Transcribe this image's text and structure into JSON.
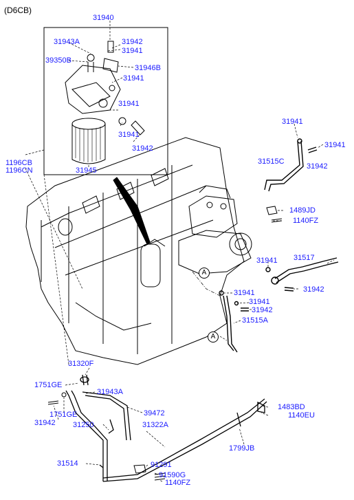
{
  "title": "(D6CB)",
  "ref_marker": "A",
  "labels": {
    "l31940": "31940",
    "l31943A_top": "31943A",
    "l31942_a": "31942",
    "l31941_a": "31941",
    "l39350B": "39350B",
    "l31946B": "31946B",
    "l31941_b": "31941",
    "l31941_c": "31941",
    "l31941_d": "31941",
    "l31942_b": "31942",
    "l1196CB": "1196CB",
    "l1196CN": "1196CN",
    "l31945": "31945",
    "l31941_e": "31941",
    "l31941_f": "31941",
    "l31515C": "31515C",
    "l31942_c": "31942",
    "l1489JD": "1489JD",
    "l1140FZ_a": "1140FZ",
    "l31941_g": "31941",
    "l31517": "31517",
    "l31942_d": "31942",
    "l31941_h": "31941",
    "l31941_i": "31941",
    "l31942_e": "31942",
    "l31515A": "31515A",
    "l31320F": "31320F",
    "l1751GE_a": "1751GE",
    "l31943A_bot": "31943A",
    "l1751GE_b": "1751GE",
    "l31942_f": "31942",
    "l39472": "39472",
    "l31250": "31250",
    "l31322A": "31322A",
    "l1483BD": "1483BD",
    "l1140EU": "1140EU",
    "l1799JB": "1799JB",
    "l31514": "31514",
    "l91291": "91291",
    "l91590G": "91590G",
    "l1140FZ_b": "1140FZ"
  }
}
